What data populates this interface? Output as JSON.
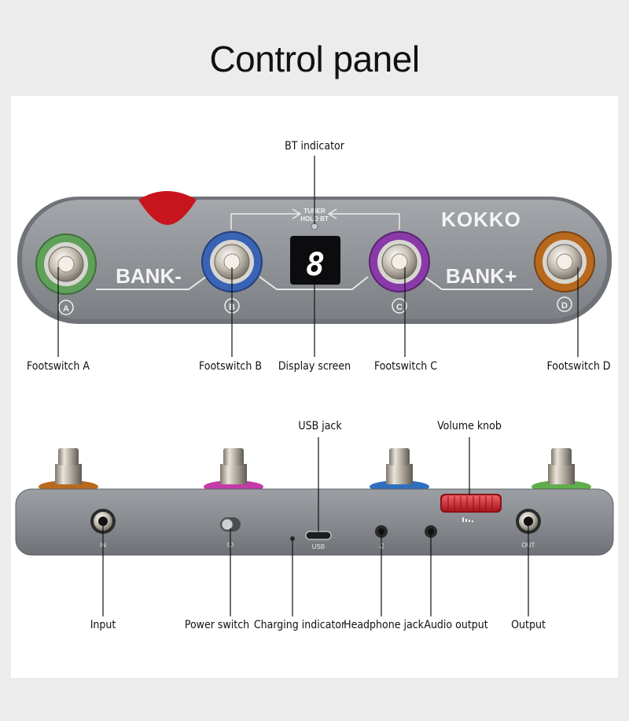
{
  "title": "Control panel",
  "brand": "KOKKO",
  "panel_labels": {
    "bank_minus": "BANK-",
    "bank_plus": "BANK+",
    "tuner": "TUNER",
    "hold_bt": "HOLD BT",
    "display_digit": "8",
    "switch_a": "A",
    "switch_b": "B",
    "switch_c": "C",
    "switch_d": "D",
    "port_in": "IN",
    "port_usb": "USB",
    "port_out": "OUT"
  },
  "top_callouts": {
    "bt_indicator": "BT indicator",
    "footswitch_a": "Footswitch A",
    "footswitch_b": "Footswitch B",
    "display_screen": "Display screen",
    "footswitch_c": "Footswitch C",
    "footswitch_d": "Footswitch D"
  },
  "bottom_callouts": {
    "usb_jack": "USB jack",
    "volume_knob": "Volume knob",
    "input": "Input",
    "power_switch": "Power switch",
    "charging_indicator": "Charging indicator",
    "headphone_jack": "Headphone jack",
    "audio_output": "Audio output",
    "output": "Output"
  },
  "colors": {
    "footswitch_a_ring": "#5fa05a",
    "footswitch_b_ring": "#3a63b5",
    "footswitch_c_ring": "#8a3aa8",
    "footswitch_d_ring": "#b8691e",
    "red_accent": "#c8141c",
    "volume_knob": "#e2383e",
    "panel": "#8a8d92"
  }
}
